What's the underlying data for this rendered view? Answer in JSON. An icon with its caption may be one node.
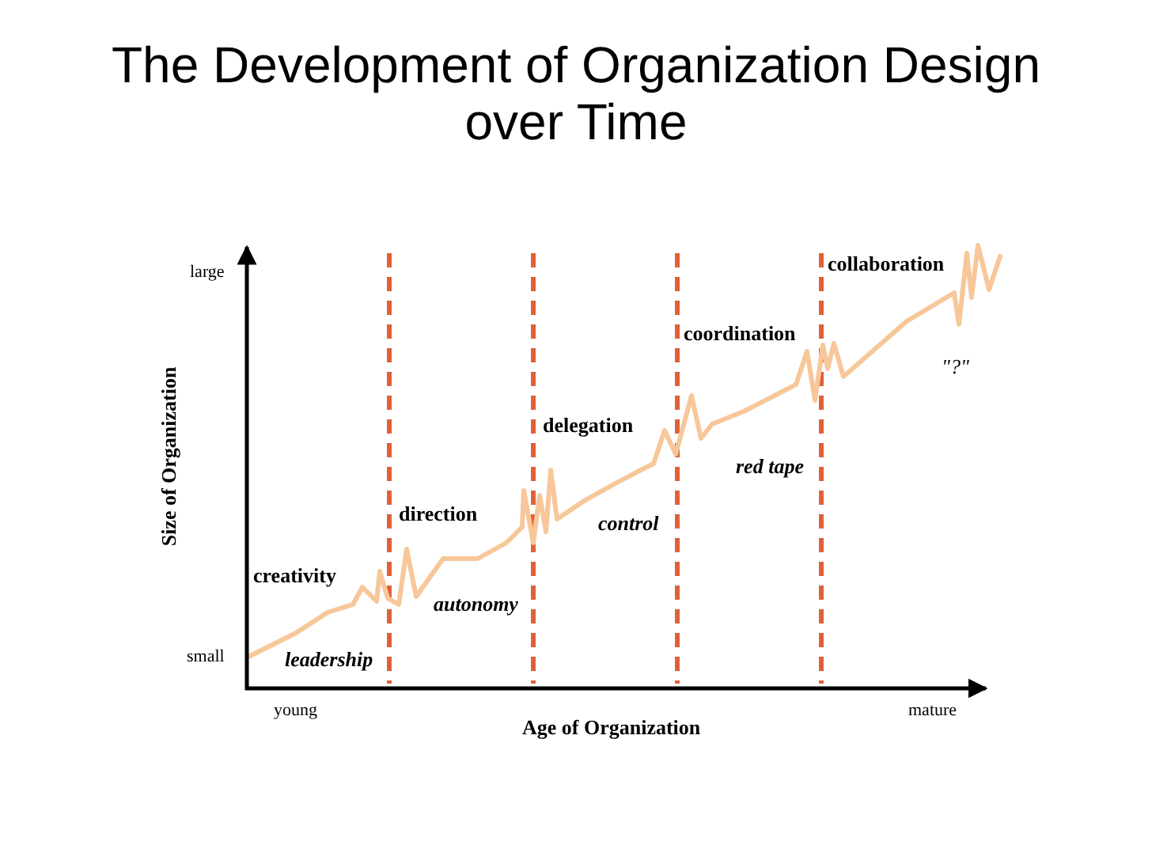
{
  "diagram": {
    "title": "The Development of Organization Design over Time",
    "labels": [
      "large",
      "Size of Organization",
      "small",
      "creativity",
      "leadership",
      "direction",
      "autonomy",
      "delegation",
      "control",
      "coordination",
      "red tape",
      "collaboration",
      "\"?\"",
      "young",
      "Age of Organization",
      "mature"
    ]
  }
}
